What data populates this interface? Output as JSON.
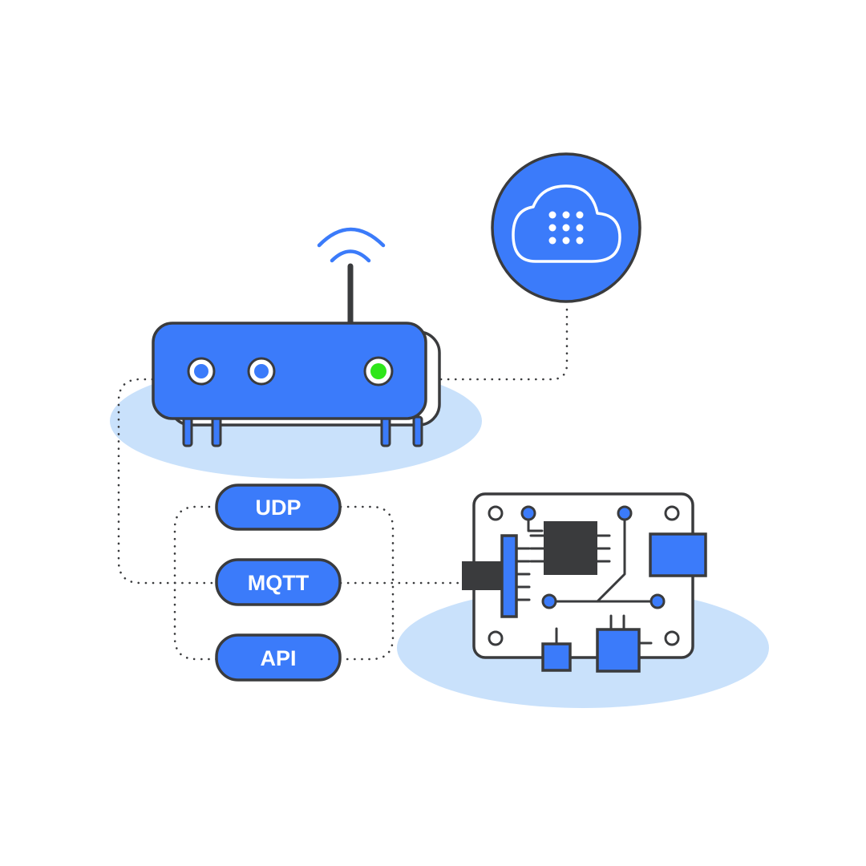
{
  "protocols": {
    "udp": "UDP",
    "mqtt": "MQTT",
    "api": "API"
  },
  "colors": {
    "primary_blue": "#3B7BFA",
    "light_blue": "#C9E1FB",
    "outline": "#3A3B3D",
    "led_green": "#2EE619",
    "white": "#FFFFFF"
  },
  "icons": [
    "wifi-icon",
    "cloud-icon",
    "router-icon",
    "circuit-board-icon"
  ],
  "router": {
    "led_states": [
      "off",
      "off",
      "on"
    ]
  }
}
